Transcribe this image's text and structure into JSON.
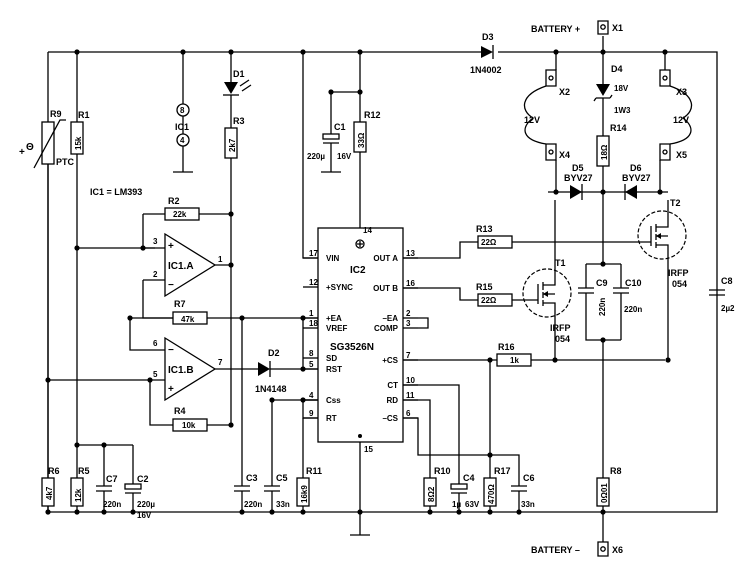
{
  "battery_plus": {
    "label": "BATTERY +",
    "terminal": "X1"
  },
  "battery_minus": {
    "label": "BATTERY –",
    "terminal": "X6"
  },
  "ic1_note": "IC1 = LM393",
  "ic1_supply": {
    "name": "IC1",
    "pin_top": "8",
    "pin_bottom": "4"
  },
  "ptc": {
    "ref": "R9",
    "type": "PTC",
    "sign_plus": "+",
    "symbol": "Θ"
  },
  "opamp_a": {
    "name": "IC1.A",
    "in_plus_pin": "3",
    "in_minus_pin": "2",
    "out_pin": "1"
  },
  "opamp_b": {
    "name": "IC1.B",
    "in_minus_pin": "6",
    "in_plus_pin": "5",
    "out_pin": "7"
  },
  "resistors": {
    "R1": "15k",
    "R2": "22k",
    "R3": "2k7",
    "R4": "10k",
    "R5": "12k",
    "R6": "4k7",
    "R7": "47k",
    "R8": "0Ω01",
    "R10": "8Ω2",
    "R11": "16k9",
    "R12": "33Ω",
    "R13": "22Ω",
    "R14": "18Ω",
    "R15": "22Ω",
    "R16": "1k",
    "R17": "470Ω"
  },
  "capacitors": {
    "C1": {
      "value": "220µ",
      "voltage": "16V"
    },
    "C2": {
      "value": "220µ",
      "voltage": "16V"
    },
    "C3": {
      "value": "220n"
    },
    "C4": {
      "value": "1µ",
      "voltage": "63V"
    },
    "C5": {
      "value": "33n"
    },
    "C6": {
      "value": "33n"
    },
    "C7": {
      "value": "220n"
    },
    "C8": {
      "value": "2µ2"
    },
    "C9": {
      "value": "220n"
    },
    "C10": {
      "value": "220n"
    }
  },
  "diodes": {
    "D1": {
      "ref": "D1"
    },
    "D2": {
      "ref": "D2",
      "type": "1N4148"
    },
    "D3": {
      "ref": "D3",
      "type": "1N4002"
    },
    "D4": {
      "ref": "D4",
      "volt": "18V",
      "type": "1W3"
    },
    "D5": {
      "ref": "D5",
      "type": "BYV27"
    },
    "D6": {
      "ref": "D6",
      "type": "BYV27"
    }
  },
  "transistors": {
    "T1": {
      "ref": "T1",
      "type": "IRFP",
      "num": "054"
    },
    "T2": {
      "ref": "T2",
      "type": "IRFP",
      "num": "054"
    }
  },
  "terminals": {
    "X2": "X2",
    "X3": "X3",
    "X4": "X4",
    "X5": "X5",
    "bulb_left": "12V",
    "bulb_right": "12V"
  },
  "ic2": {
    "name": "IC2",
    "type": "SG3526N",
    "pins_left": [
      {
        "num": "17",
        "label": "VIN"
      },
      {
        "num": "12",
        "label": "+SYNC"
      },
      {
        "num": "1",
        "label": "+EA"
      },
      {
        "num": "18",
        "label": "VREF"
      },
      {
        "num": "8",
        "label": "SD"
      },
      {
        "num": "5",
        "label": "RST"
      },
      {
        "num": "4",
        "label": "Css"
      },
      {
        "num": "9",
        "label": "RT"
      }
    ],
    "pins_right": [
      {
        "num": "13",
        "label": "OUT A"
      },
      {
        "num": "16",
        "label": "OUT B"
      },
      {
        "num": "2",
        "label": "–EA"
      },
      {
        "num": "3",
        "label": "COMP"
      },
      {
        "num": "7",
        "label": "+CS"
      },
      {
        "num": "10",
        "label": "CT"
      },
      {
        "num": "11",
        "label": "RD"
      },
      {
        "num": "6",
        "label": "–CS"
      }
    ],
    "pin_top": "14",
    "pin_bottom": "15"
  }
}
